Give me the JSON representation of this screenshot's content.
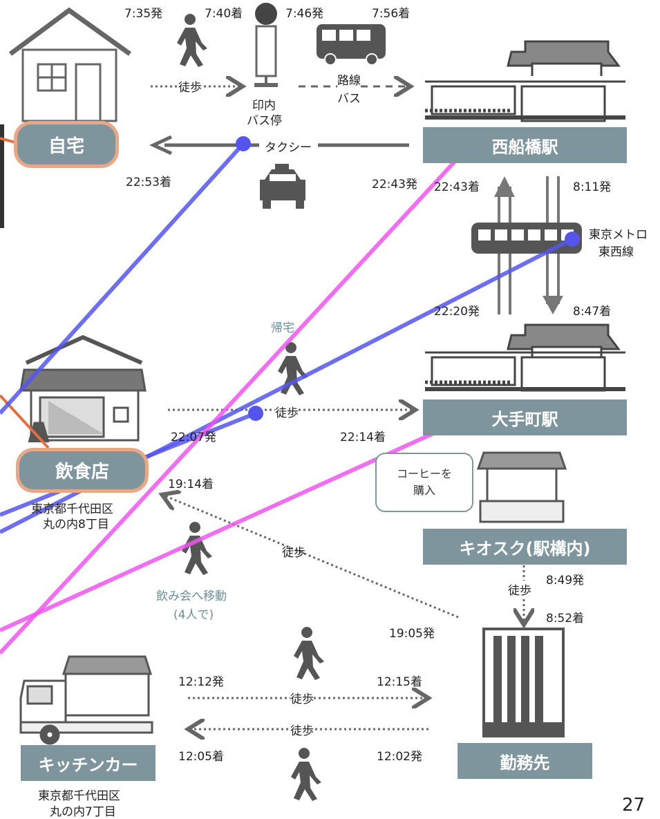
{
  "places": {
    "home": "自宅",
    "nishifunabashi": "西船橋駅",
    "otemachi": "大手町駅",
    "restaurant": "飲食店",
    "kiosk": "キオスク(駅構内)",
    "office": "勤務先",
    "kitchencar": "キッチンカー"
  },
  "addresses": {
    "restaurant_line1": "東京都千代田区",
    "restaurant_line2": "丸の内8丁目",
    "kitchencar_line1": "東京都千代田区",
    "kitchencar_line2": "丸の内7丁目"
  },
  "times": {
    "t0735": "7:35発",
    "t0740": "7:40着",
    "t0746": "7:46発",
    "t0756": "7:56着",
    "t2253": "22:53着",
    "t2243d": "22:43発",
    "t2243a": "22:43着",
    "t0811": "8:11発",
    "t2220": "22:20発",
    "t0847": "8:47着",
    "t2207": "22:07発",
    "t2214": "22:14着",
    "t1914": "19:14着",
    "t0849": "8:49発",
    "t0852": "8:52着",
    "t1905": "19:05発",
    "t1212": "12:12発",
    "t1215": "12:15着",
    "t1205": "12:05着",
    "t1202": "12:02発"
  },
  "modes": {
    "walk1": "徒歩",
    "bus_stop_line1": "印内",
    "bus_stop_line2": "バス停",
    "bus_line1": "路線",
    "bus_line2": "バス",
    "taxi": "タクシー",
    "metro_line1": "東京メトロ",
    "metro_line2": "東西線",
    "return_home": "帰宅",
    "walk2": "徒歩",
    "walk3": "徒歩",
    "walk4": "徒歩",
    "walk5": "徒歩",
    "walk6": "徒歩",
    "drinking_line1": "飲み会へ移動",
    "drinking_line2": "(4人で)"
  },
  "bubble": {
    "line1": "コーヒーを",
    "line2": "購入"
  },
  "page_number": "27",
  "colors": {
    "box": "#7f959d",
    "home_outline": "#e8a887",
    "blue_track": "#5555ee",
    "pink_track": "#ee55ee",
    "orange_track": "#e07040",
    "arrow": "#666666"
  },
  "icons": [
    "house-icon",
    "pedestrian-icon",
    "bus-stop-icon",
    "bus-icon",
    "station-icon",
    "taxi-icon",
    "train-icon",
    "shop-icon",
    "kiosk-icon",
    "office-building-icon",
    "kitchen-car-icon"
  ]
}
